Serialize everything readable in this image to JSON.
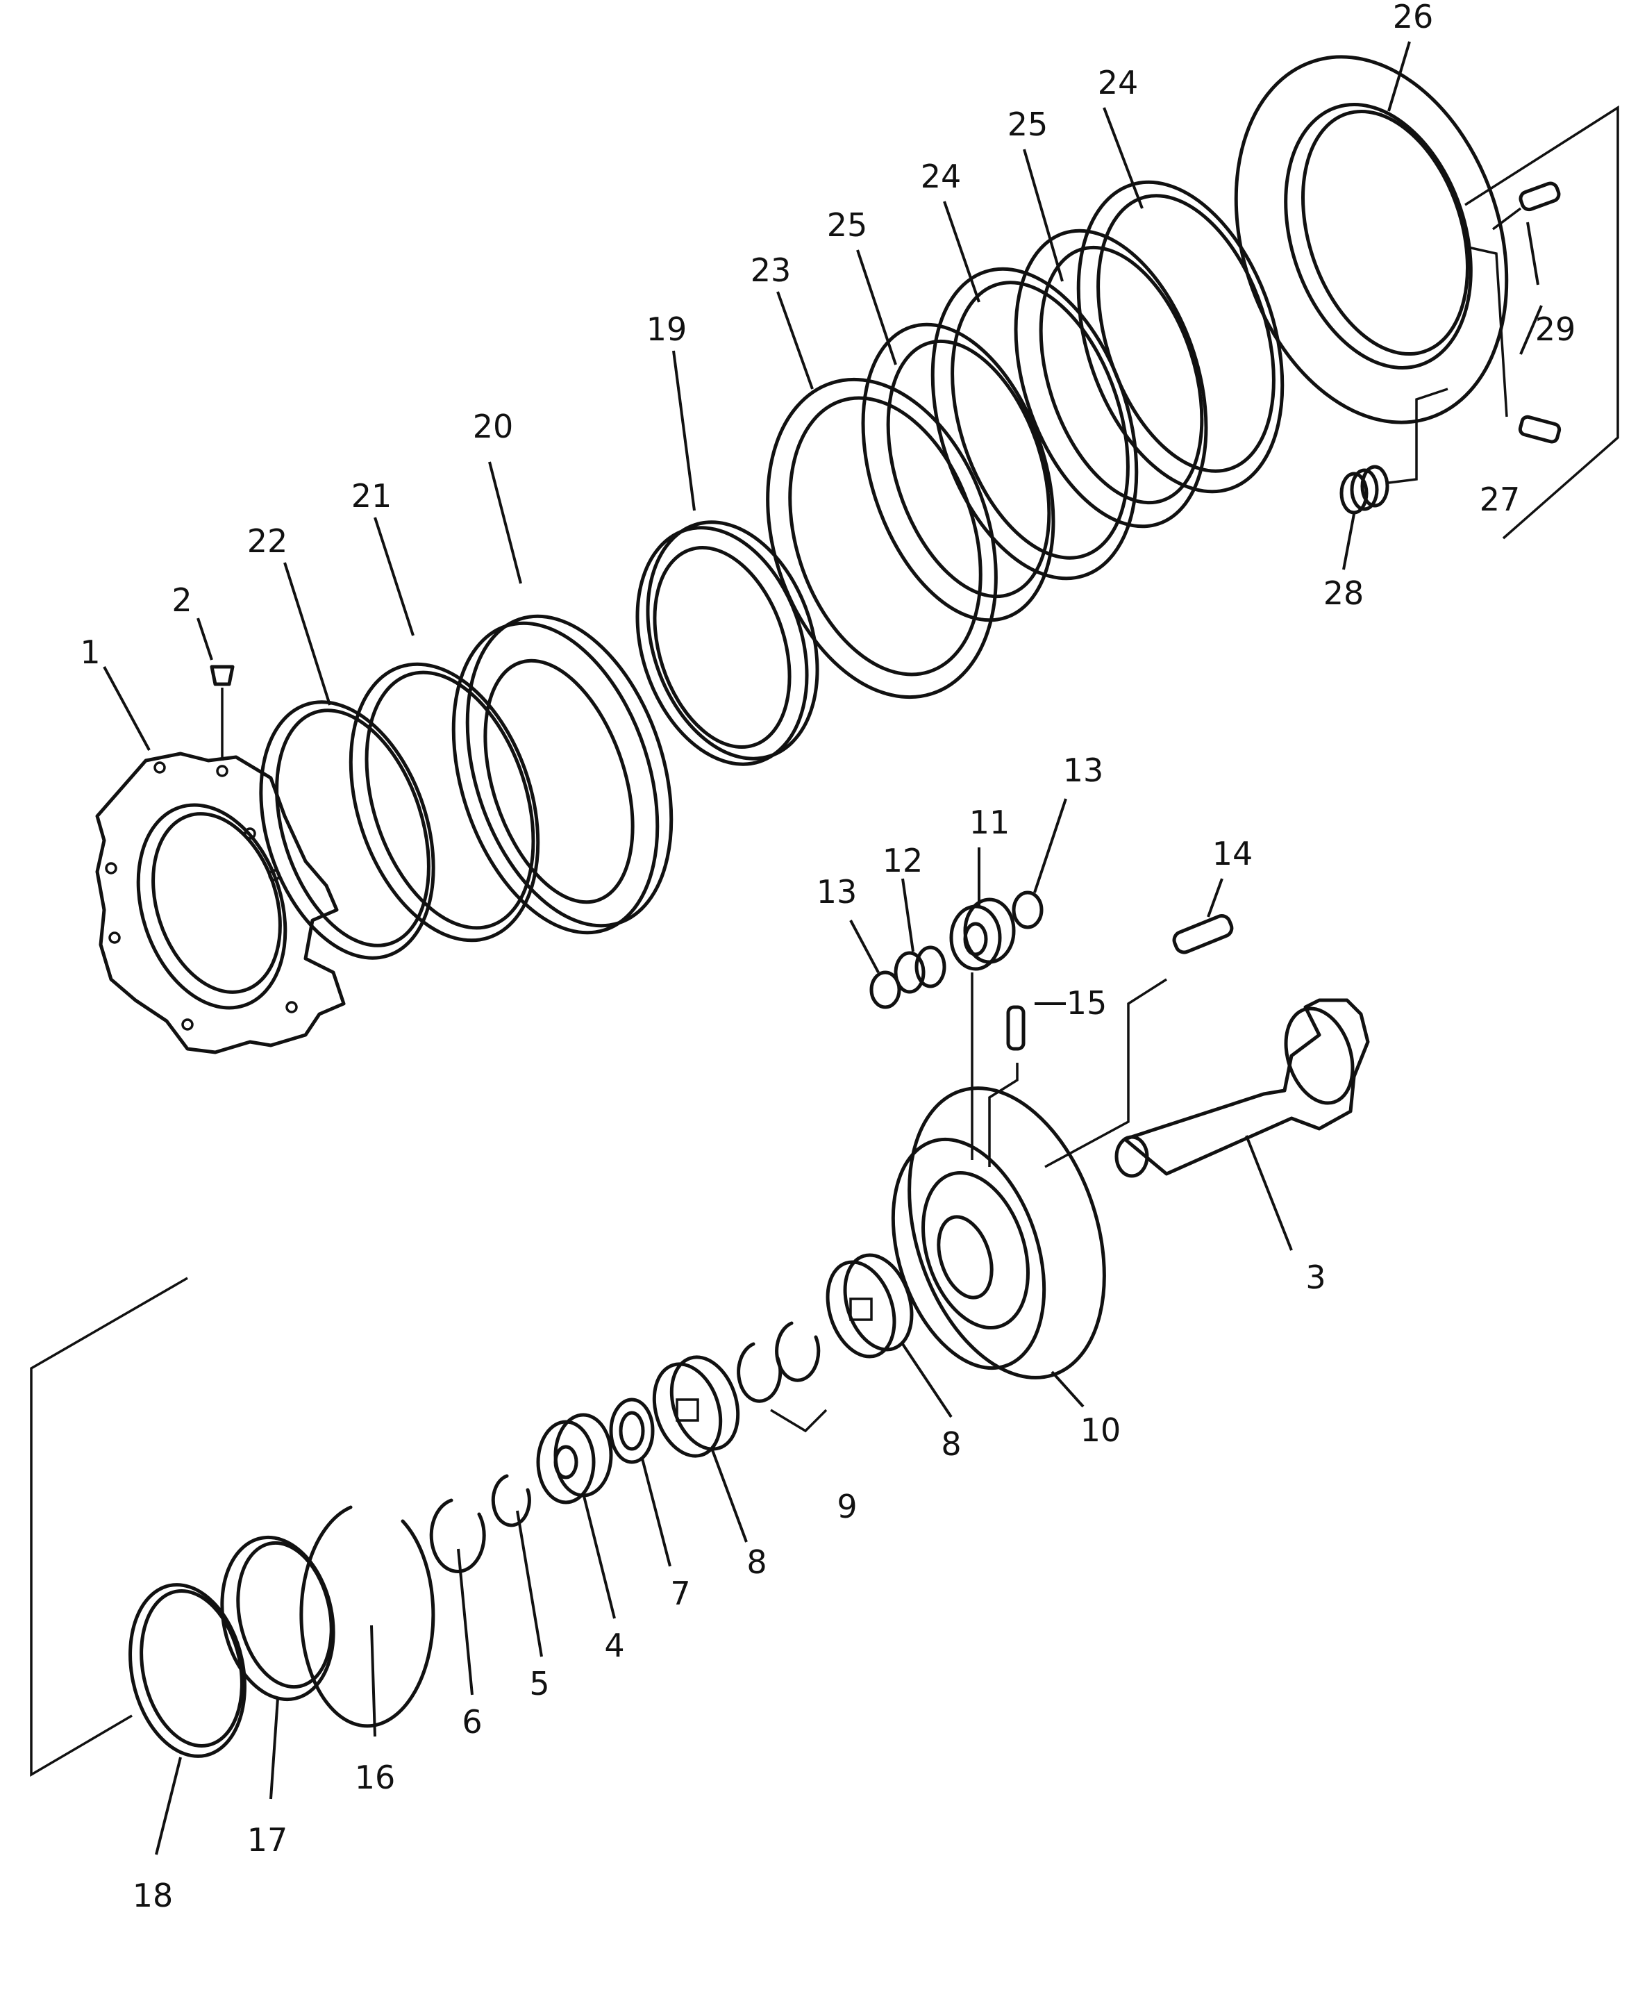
{
  "callouts": [
    {
      "id": "1",
      "text": "1"
    },
    {
      "id": "2",
      "text": "2"
    },
    {
      "id": "3",
      "text": "3"
    },
    {
      "id": "4",
      "text": "4"
    },
    {
      "id": "5",
      "text": "5"
    },
    {
      "id": "6",
      "text": "6"
    },
    {
      "id": "7",
      "text": "7"
    },
    {
      "id": "8a",
      "text": "8"
    },
    {
      "id": "8b",
      "text": "8"
    },
    {
      "id": "9",
      "text": "9"
    },
    {
      "id": "10",
      "text": "10"
    },
    {
      "id": "11",
      "text": "11"
    },
    {
      "id": "12",
      "text": "12"
    },
    {
      "id": "13a",
      "text": "13"
    },
    {
      "id": "13b",
      "text": "13"
    },
    {
      "id": "14",
      "text": "14"
    },
    {
      "id": "15",
      "text": "15"
    },
    {
      "id": "16",
      "text": "16"
    },
    {
      "id": "17",
      "text": "17"
    },
    {
      "id": "18",
      "text": "18"
    },
    {
      "id": "19",
      "text": "19"
    },
    {
      "id": "20",
      "text": "20"
    },
    {
      "id": "21",
      "text": "21"
    },
    {
      "id": "22",
      "text": "22"
    },
    {
      "id": "23",
      "text": "23"
    },
    {
      "id": "24a",
      "text": "24"
    },
    {
      "id": "24b",
      "text": "24"
    },
    {
      "id": "25a",
      "text": "25"
    },
    {
      "id": "25b",
      "text": "25"
    },
    {
      "id": "26",
      "text": "26"
    },
    {
      "id": "27",
      "text": "27"
    },
    {
      "id": "28",
      "text": "28"
    },
    {
      "id": "29",
      "text": "29"
    }
  ]
}
